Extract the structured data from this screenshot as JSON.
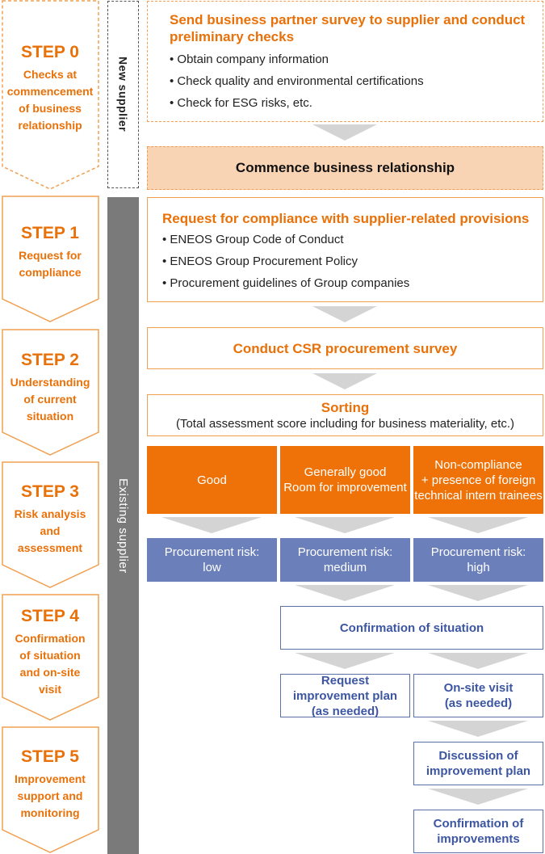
{
  "steps": [
    {
      "title": "STEP 0",
      "label": "Checks at commencement of business relationship"
    },
    {
      "title": "STEP 1",
      "label": "Request for compliance"
    },
    {
      "title": "STEP 2",
      "label": "Understanding of current situation"
    },
    {
      "title": "STEP 3",
      "label": "Risk analysis and assessment"
    },
    {
      "title": "STEP 4",
      "label": "Confirmation of situation and on-site visit"
    },
    {
      "title": "STEP 5",
      "label": "Improvement support and monitoring"
    }
  ],
  "sidebar": {
    "new": "New supplier",
    "existing": "Existing supplier"
  },
  "step0": {
    "title": "Send business partner survey to supplier and conduct preliminary checks",
    "bullets": [
      "Obtain company information",
      "Check quality and environmental certifications",
      "Check for ESG risks, etc."
    ],
    "commence": "Commence business relationship"
  },
  "step1": {
    "title": "Request for compliance with supplier-related provisions",
    "bullets": [
      "ENEOS Group Code of Conduct",
      "ENEOS Group Procurement Policy",
      "Procurement guidelines of Group companies"
    ]
  },
  "step2": {
    "survey": "Conduct CSR procurement survey",
    "sorting_title": "Sorting",
    "sorting_sub": "(Total assessment score including for business materiality, etc.)"
  },
  "step3": {
    "categories": [
      "Good",
      "Generally good\nRoom for improvement",
      "Non-compliance\n+ presence of foreign technical intern trainees"
    ],
    "risks": [
      "Procurement risk:\nlow",
      "Procurement risk:\nmedium",
      "Procurement risk:\nhigh"
    ]
  },
  "step4": {
    "confirm": "Confirmation of situation",
    "request_plan": "Request improvement plan (as needed)",
    "onsite": "On-site visit\n(as needed)"
  },
  "step5": {
    "discussion": "Discussion of improvement plan",
    "confirm_improve": "Confirmation of improvements"
  },
  "colors": {
    "orange": "#e8710a",
    "orange_fill": "#ee7207",
    "peach": "#f9d4b4",
    "blue_fill": "#6b7fba",
    "blue_text": "#3d56a2",
    "bar_gray": "#7a7a7a"
  }
}
